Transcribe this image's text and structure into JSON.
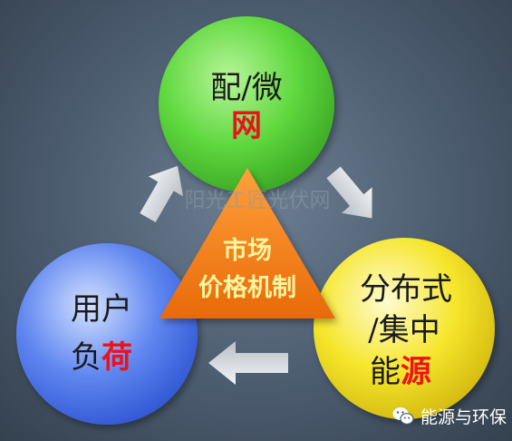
{
  "nodes": {
    "top": {
      "line1": "配/微",
      "line2": "网",
      "color": "#4bd431"
    },
    "right": {
      "line1": "分布式",
      "line2": "/集中",
      "line3_prefix": "能",
      "line3_emph": "源",
      "color": "#f0dd20"
    },
    "left": {
      "line1": "用户",
      "line2_prefix": "负",
      "line2_emph": "荷",
      "color": "#3f6ce8"
    }
  },
  "center": {
    "line1": "市场",
    "line2": "价格机制",
    "color": "#f07a10"
  },
  "watermark": "阳光工匠光伏网",
  "brand": {
    "label": "能源与环保",
    "icon": "wechat-icon"
  },
  "colors": {
    "emphasis": "#e8141b",
    "arrow": "#d7dbe0",
    "background": "#4c5c6f"
  }
}
